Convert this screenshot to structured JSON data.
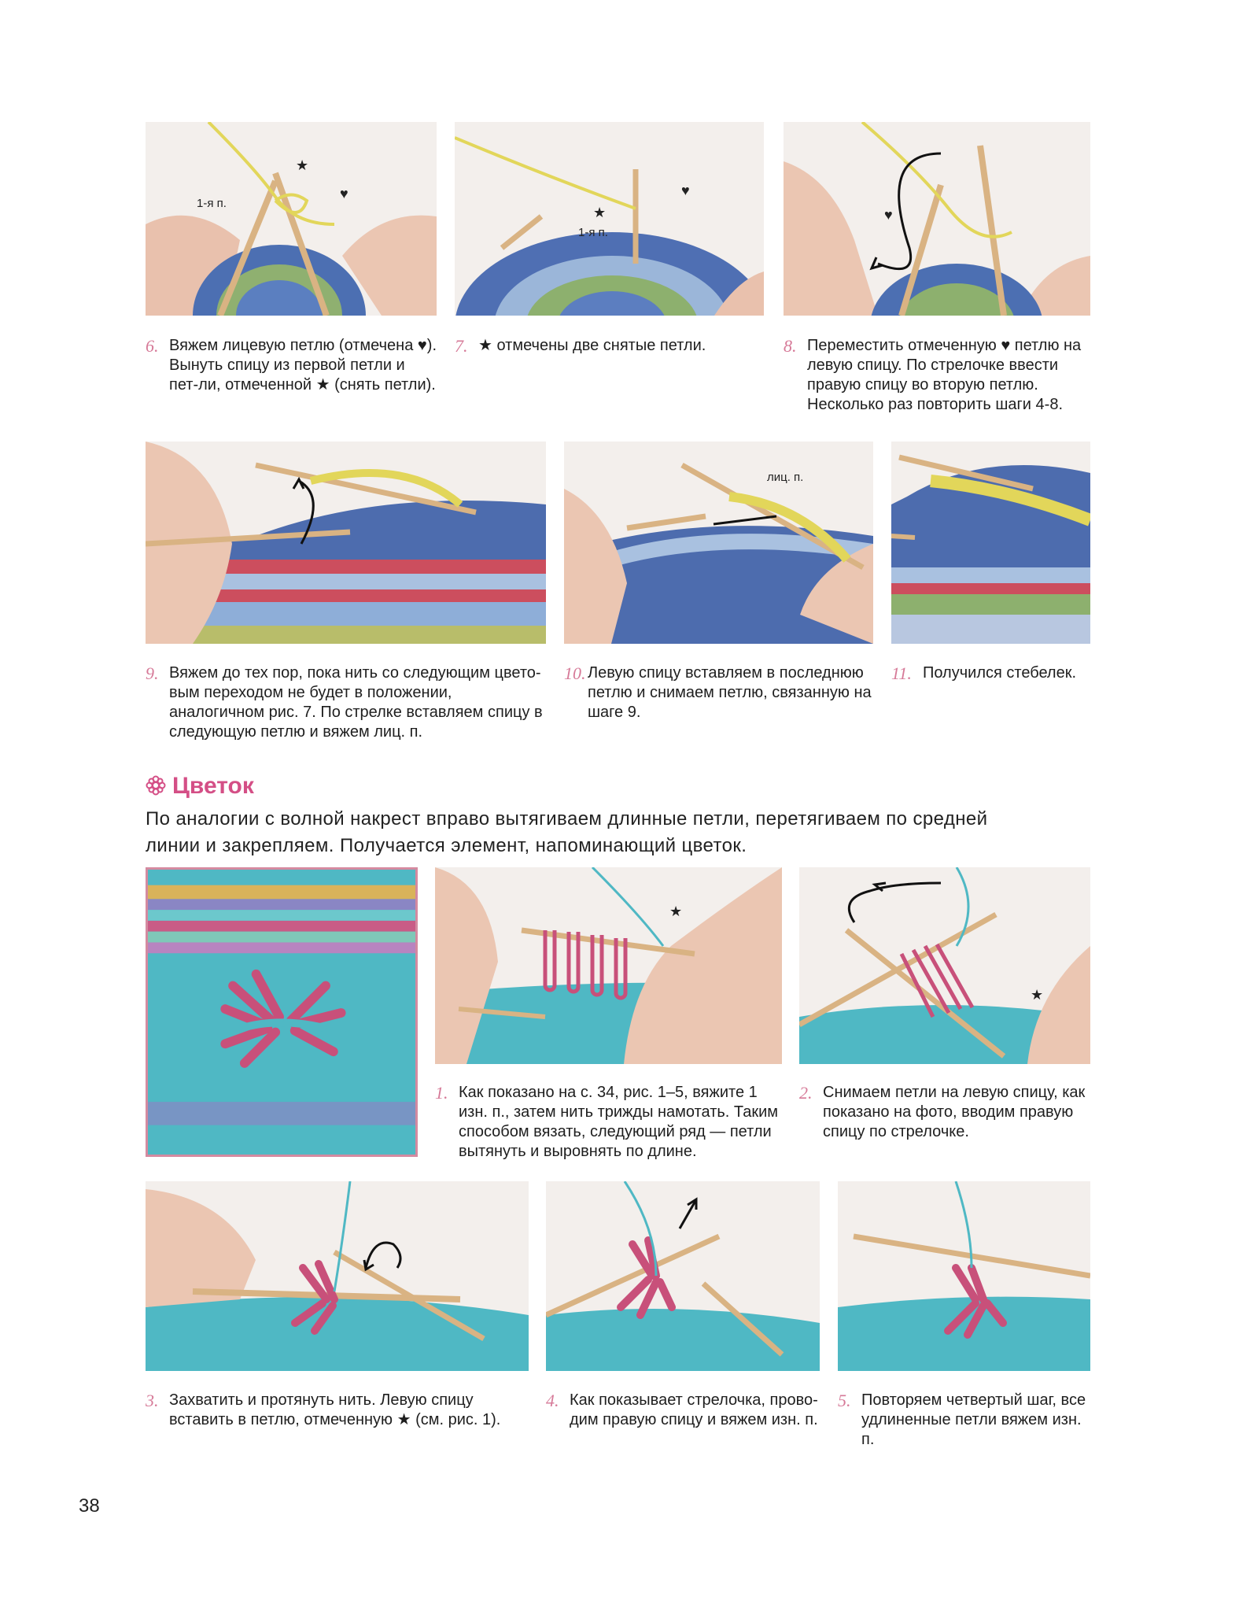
{
  "steps_top": [
    {
      "num": "6.",
      "text": "Вяжем лицевую петлю (отмечена ♥). Вынуть спицу из первой петли и пет-ли, отмеченной ★ (снять петли)."
    },
    {
      "num": "7.",
      "text": "★ отмечены две снятые петли."
    },
    {
      "num": "8.",
      "text": "Переместить отмеченную ♥ петлю на левую спицу. По стрелочке ввести правую спицу во вторую петлю. Несколько раз повторить шаги 4-8."
    },
    {
      "num": "9.",
      "text": "Вяжем до тех пор, пока нить со следующим цвето-вым переходом не будет в положении, аналогичном рис. 7. По стрелке вставляем спицу в следующую петлю и вяжем лиц. п."
    },
    {
      "num": "10.",
      "text": "Левую спицу вставляем в последнюю петлю и снимаем петлю, связанную на шаге 9."
    },
    {
      "num": "11.",
      "text": "Получился стебелек."
    }
  ],
  "photo_labels": {
    "loop1": "1-я п.",
    "star": "★",
    "heart": "♥",
    "knit": "лиц. п."
  },
  "section": {
    "title": "Цветок",
    "intro": "По аналогии с волной накрест вправо вытягиваем длинные петли, перетягиваем по средней линии и закрепляем. Получается элемент, напоминающий цветок."
  },
  "steps_flower": [
    {
      "num": "1.",
      "text": "Как показано на с. 34, рис. 1–5, вяжите 1 изн. п., затем нить трижды намотать. Таким способом вязать, следующий ряд — петли вытянуть и выровнять по длине."
    },
    {
      "num": "2.",
      "text": "Снимаем петли на левую спицу, как показано на фото, вводим правую спицу по стрелочке."
    },
    {
      "num": "3.",
      "text": "Захватить и протянуть нить. Левую спицу вставить в петлю, отмеченную ★ (см. рис. 1)."
    },
    {
      "num": "4.",
      "text": "Как показывает стрелочка, прово-дим правую спицу и вяжем изн. п."
    },
    {
      "num": "5.",
      "text": "Повторяем четвертый шаг, все удлиненные петли вяжем изн. п."
    }
  ],
  "page_number": "38",
  "colors": {
    "accent_pink": "#d44f86",
    "step_number": "#d67a98",
    "photo_frame": "#d48aa0"
  }
}
